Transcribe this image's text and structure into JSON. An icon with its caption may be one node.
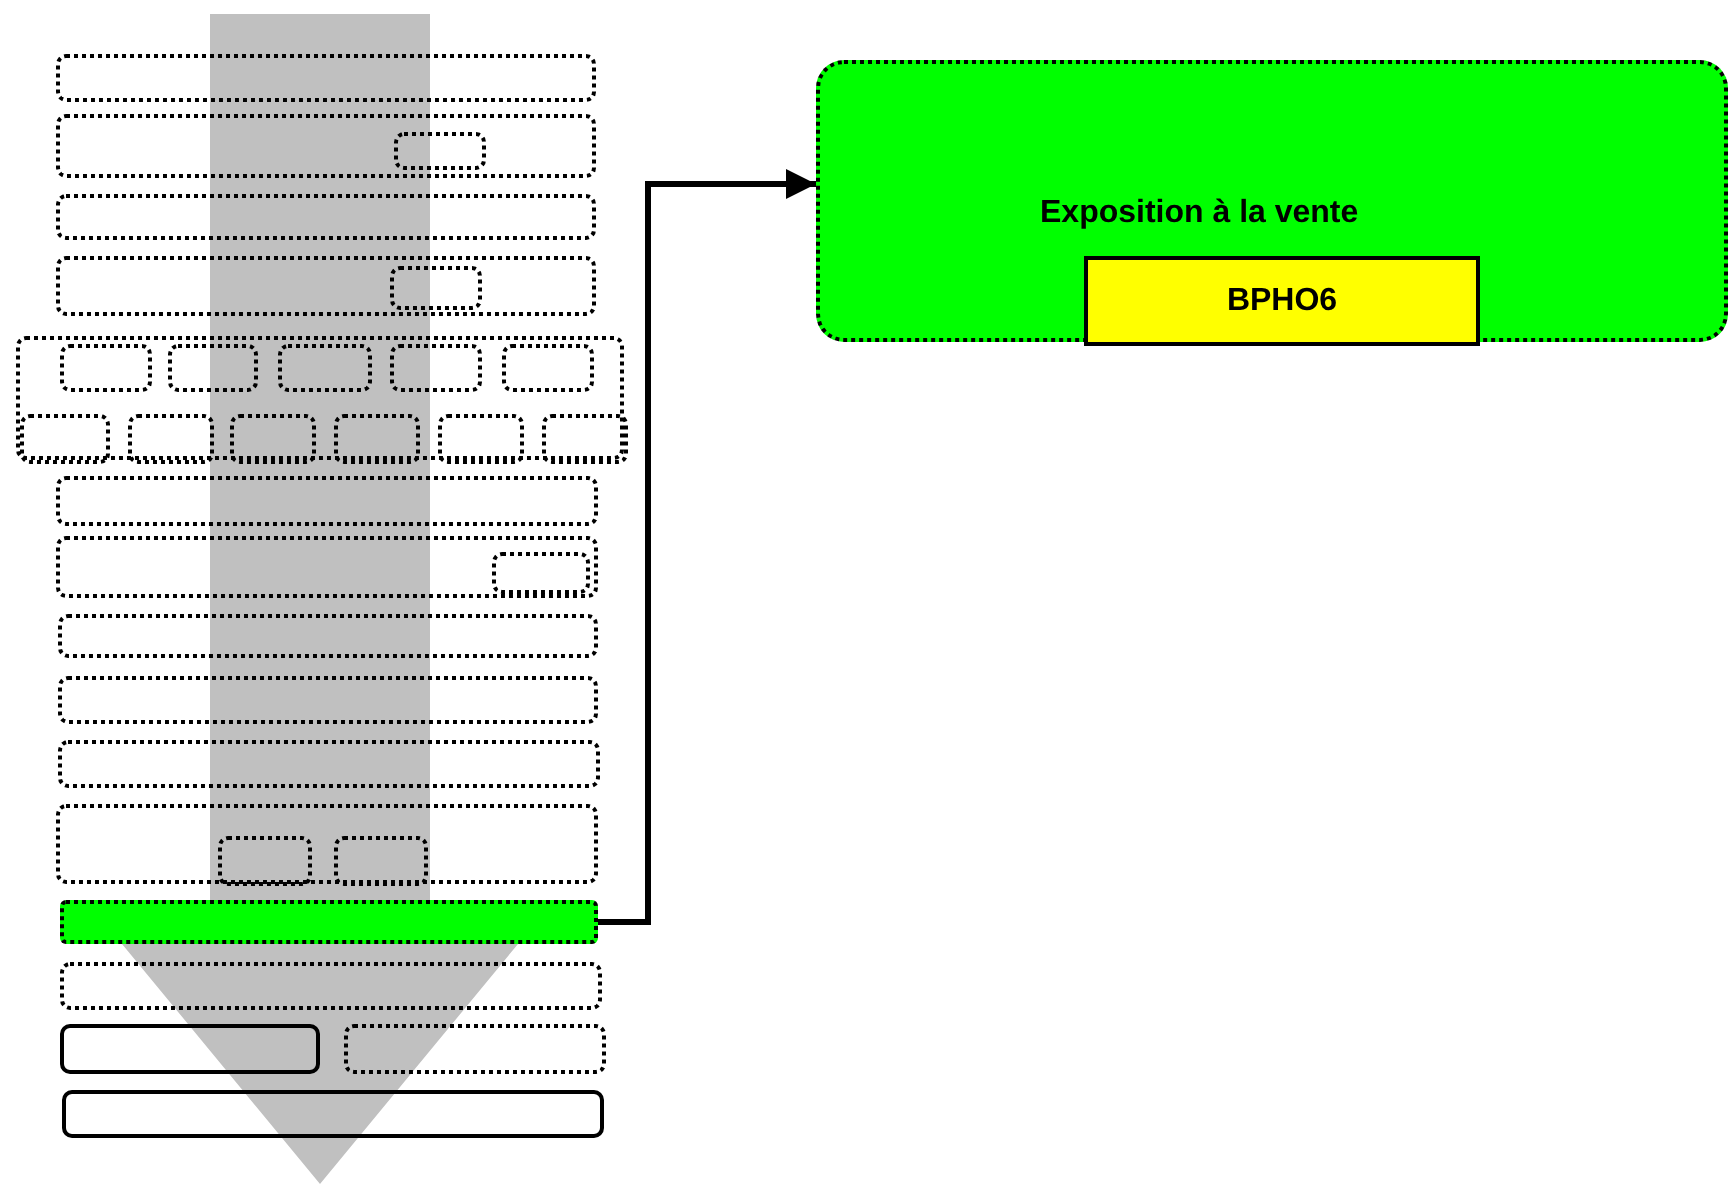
{
  "diagram": {
    "nodes": [
      {
        "text": [],
        "shape": "box"
      },
      {
        "text": [],
        "shape": "box"
      },
      {
        "text": [],
        "shape": "box",
        "in": 1
      },
      {
        "text": [],
        "shape": "box"
      },
      {
        "text": [],
        "shape": "box"
      },
      {
        "text": [],
        "shape": "box",
        "in": 4
      },
      {
        "text": [],
        "shape": "box"
      },
      {
        "text": [],
        "shape": "box",
        "in": 6
      },
      {
        "text": [],
        "shape": "box",
        "in": 6
      },
      {
        "text": [],
        "shape": "box",
        "in": 6
      },
      {
        "text": [],
        "shape": "box",
        "in": 6
      },
      {
        "text": [],
        "shape": "box",
        "in": 6
      },
      {
        "text": [],
        "shape": "box",
        "in": 6
      },
      {
        "text": [],
        "shape": "box",
        "in": 6
      },
      {
        "text": [],
        "shape": "box",
        "in": 6
      },
      {
        "text": [],
        "shape": "box",
        "in": 6
      },
      {
        "text": [],
        "shape": "box",
        "in": 6
      },
      {
        "text": [],
        "shape": "box",
        "in": 6
      },
      {
        "text": [],
        "shape": "box"
      },
      {
        "text": [],
        "shape": "box"
      },
      {
        "text": [],
        "shape": "box",
        "in": 19
      },
      {
        "text": [],
        "shape": "box"
      },
      {
        "text": [],
        "shape": "box"
      },
      {
        "text": [],
        "shape": "box"
      },
      {
        "text": [],
        "shape": "box"
      },
      {
        "text": [],
        "shape": "box",
        "in": 24
      },
      {
        "text": [],
        "shape": "box",
        "in": 24
      },
      {
        "text": [],
        "shape": "bar"
      },
      {
        "text": [],
        "shape": "box"
      },
      {
        "text": [],
        "shape": "box"
      },
      {
        "text": [],
        "shape": "box"
      },
      {
        "text": [],
        "shape": "box"
      },
      {
        "text": [
          "Exposition à la vente"
        ]
      },
      {
        "text": [
          "BPHO6"
        ],
        "in": 32
      }
    ],
    "edges": [
      {
        "from": 27,
        "to": 32,
        "arrow": "to"
      },
      {
        "from": 0,
        "to": 31,
        "arrow": "to",
        "style": "thick",
        "color": "#c0c0c0"
      }
    ]
  }
}
